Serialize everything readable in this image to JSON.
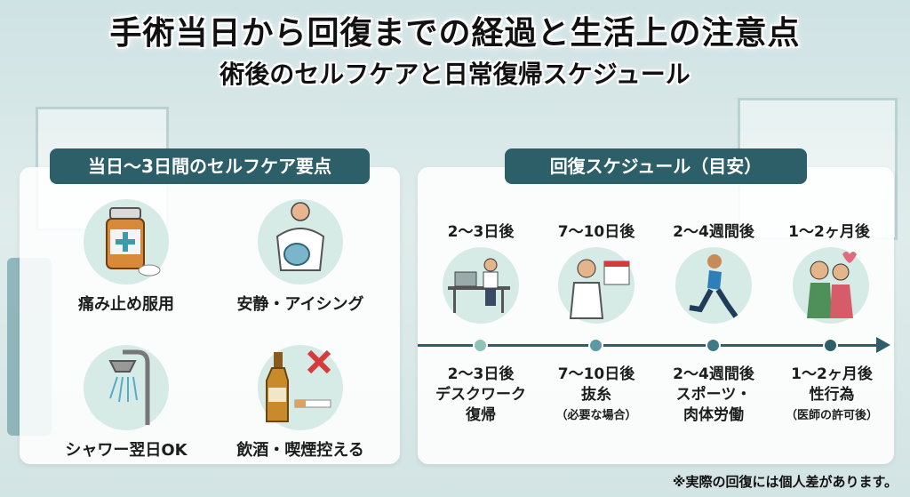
{
  "title": "手術当日から回復までの経過と生活上の注意点",
  "subtitle": "術後のセルフケアと日常復帰スケジュール",
  "self_care": {
    "heading": "当日〜3日間のセルフケア要点",
    "items": [
      {
        "label": "痛み止め服用",
        "icon": "medicine-bottle-icon"
      },
      {
        "label": "安静・アイシング",
        "icon": "ice-pack-icon"
      },
      {
        "label": "シャワー翌日OK",
        "icon": "shower-icon"
      },
      {
        "label": "飲酒・喫煙控える",
        "icon": "no-alcohol-smoking-icon"
      }
    ]
  },
  "schedule": {
    "heading": "回復スケジュール（目安）",
    "stages": [
      {
        "top": "2〜3日後",
        "bottom1": "2〜3日後",
        "bottom2": "デスクワーク",
        "bottom3": "復帰",
        "dot_color": "#8fc3b5",
        "icon": "desk-work-icon"
      },
      {
        "top": "7〜10日後",
        "bottom1": "7〜10日後",
        "bottom2": "抜糸",
        "bottom3": "（必要な場合）",
        "dot_color": "#5a9aa3",
        "icon": "doctor-calendar-icon"
      },
      {
        "top": "2〜4週間後",
        "bottom1": "2〜4週間後",
        "bottom2": "スポーツ・",
        "bottom3": "肉体労働",
        "dot_color": "#3d7a86",
        "icon": "running-icon"
      },
      {
        "top": "1〜2ヶ月後",
        "bottom1": "1〜2ヶ月後",
        "bottom2": "性行為",
        "bottom3": "（医師の許可後）",
        "dot_color": "#2c5f68",
        "icon": "couple-icon"
      }
    ]
  },
  "footnote": "※実際の回復には個人差があります。",
  "colors": {
    "accent": "#2c5f68",
    "circle": "#d7ebe6"
  }
}
